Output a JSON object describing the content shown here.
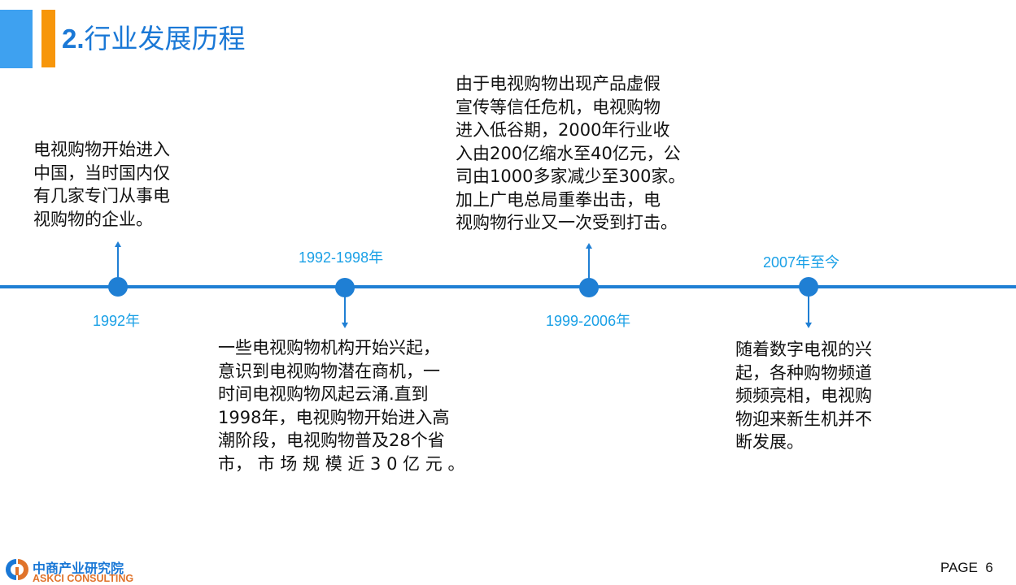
{
  "header": {
    "title_number": "2.",
    "title_text": "行业发展历程",
    "accent_colors": {
      "blue": "#3ea1f0",
      "orange": "#f7960a",
      "title": "#1a78d6"
    }
  },
  "timeline": {
    "line_color": "#1f7fd4",
    "label_color": "#1aa0e6",
    "events": [
      {
        "period": "1992年",
        "description": "电视购物开始进入\n中国，当时国内仅\n有几家专门从事电\n视购物的企业。"
      },
      {
        "period": "1992-1998年",
        "description": "一些电视购物机构开始兴起，\n意识到电视购物潜在商机，一\n时间电视购物风起云涌.直到\n1998年，电视购物开始进入高\n潮阶段，电视购物普及28个省\n市， 市 场 规 模 近 3 0 亿 元 。"
      },
      {
        "period": "1999-2006年",
        "description": "由于电视购物出现产品虚假\n宣传等信任危机，电视购物\n进入低谷期，2000年行业收\n入由200亿缩水至40亿元，公\n司由1000多家减少至300家。\n加上广电总局重拳出击，电\n视购物行业又一次受到打击。"
      },
      {
        "period": "2007年至今",
        "description": "随着数字电视的兴\n起，各种购物频道\n频频亮相，电视购\n物迎来新生机并不\n断发展。"
      }
    ]
  },
  "footer": {
    "logo_cn": "中商产业研究院",
    "logo_en": "ASKCI CONSULTING",
    "page_label": "PAGE  6"
  }
}
